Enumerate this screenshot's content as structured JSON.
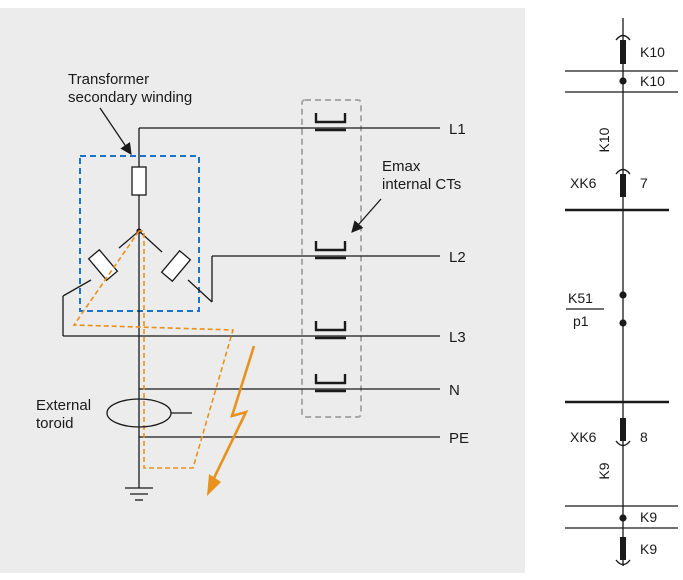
{
  "colors": {
    "panel_bg": "#ececec",
    "wire": "#1a1a1a",
    "transformer_box": "#1a73c8",
    "ct_box": "#a8a8a8",
    "fault_path": "#e8921e"
  },
  "left": {
    "transformer_label": [
      "Transformer",
      "secondary winding"
    ],
    "ct_label": [
      "Emax",
      "internal CTs"
    ],
    "toroid_label": [
      "External",
      "toroid"
    ],
    "lines": [
      "L1",
      "L2",
      "L3",
      "N",
      "PE"
    ]
  },
  "right": {
    "k10_top": "K10",
    "k10_second": "K10",
    "k10_vertical": "K10",
    "xk6_top": "XK6",
    "xk6_top_pin": "7",
    "k51": "K51",
    "p1": "p1",
    "xk6_bottom": "XK6",
    "xk6_bottom_pin": "8",
    "k9_vertical": "K9",
    "k9_second": "K9",
    "k9_bottom": "K9"
  },
  "icons": [
    "ground-icon",
    "lightning-fault-icon",
    "toroid-icon",
    "resistor-icon",
    "connector-icon"
  ]
}
